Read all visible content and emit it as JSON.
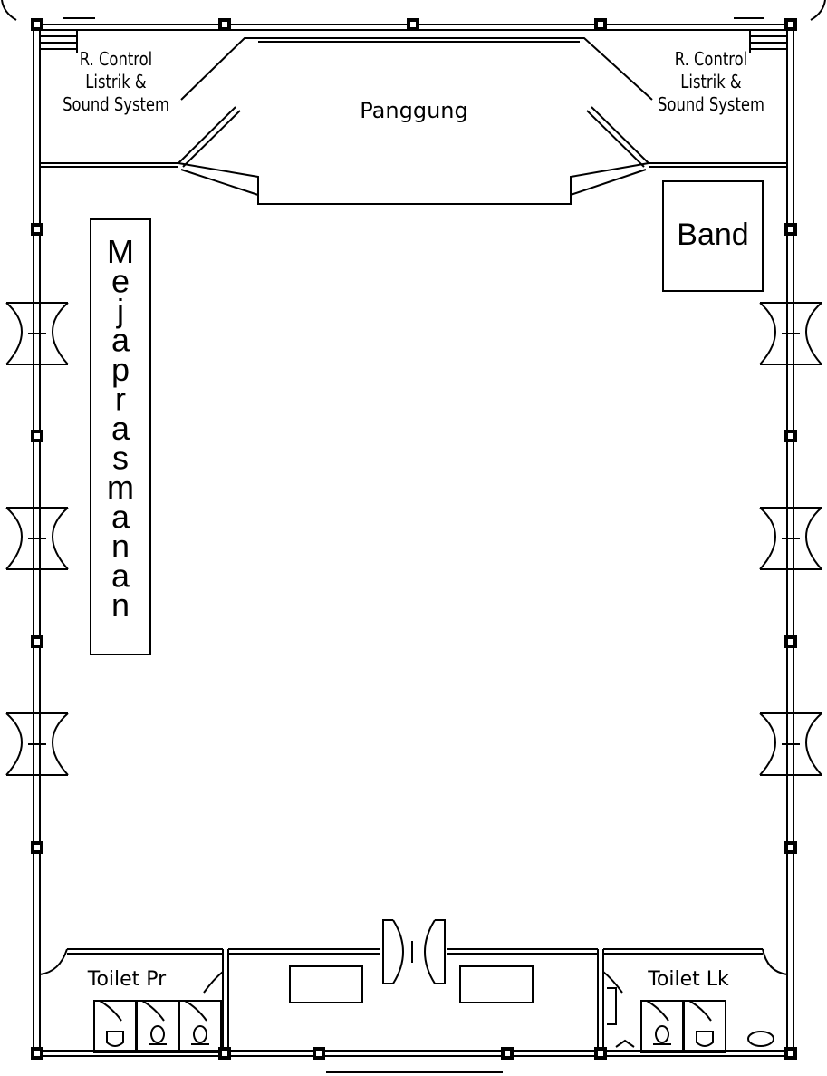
{
  "labels": {
    "stage": "Panggung",
    "control_left": [
      "R. Control",
      "Listrik &",
      "Sound System"
    ],
    "control_right": [
      "R. Control",
      "Listrik &",
      "Sound System"
    ],
    "band": "Band",
    "buffet_table": "Meja prasmanan",
    "toilet_women": "Toilet Pr",
    "toilet_men": "Toilet Lk"
  }
}
